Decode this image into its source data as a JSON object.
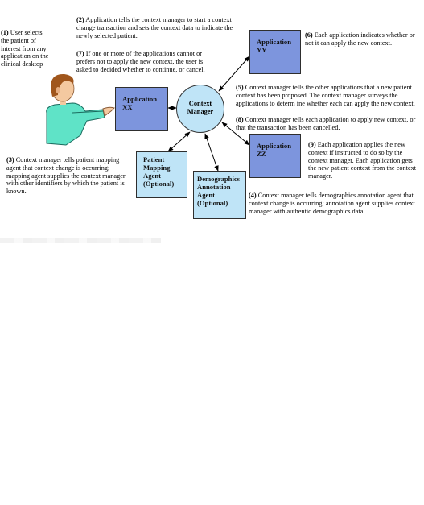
{
  "colors": {
    "application_box": "#7d95dd",
    "agent_box": "#bfe4f7",
    "context_manager_circle": "#bfe4f7",
    "person_shirt": "#5fe3c7",
    "person_hair": "#a0561c",
    "arrow": "#000000"
  },
  "icons": {
    "user": "clinician-user-figure"
  },
  "nodes": {
    "app_xx": {
      "line1": "Application",
      "line2": "XX"
    },
    "app_yy": {
      "line1": "Application",
      "line2": "YY"
    },
    "app_zz": {
      "line1": "Application",
      "line2": "ZZ"
    },
    "context_manager": {
      "line1": "Context",
      "line2": "Manager"
    },
    "patient_mapping": {
      "line1": "Patient",
      "line2": "Mapping",
      "line3": "Agent",
      "line4": "(Optional)"
    },
    "demographics": {
      "line1": "Demographics",
      "line2": "Annotation",
      "line3": "Agent",
      "line4": "(Optional)"
    }
  },
  "notes": {
    "n1": {
      "num": "(1)",
      "text": " User selects the patient of interest from any application on the clinical desktop"
    },
    "n2": {
      "num": "(2)",
      "text": " Application tells the context manager to start a context change transaction and sets the context data to indicate the newly selected patient."
    },
    "n7": {
      "num": "(7)",
      "text": " If one or more of the applications cannot or prefers not to apply the new context, the user is asked to decided whether to continue, or cancel."
    },
    "n6a": {
      "num": "(6)",
      "text": " Each application indicates whether or not it can apply the new context."
    },
    "n5": {
      "num": "(5)",
      "text": " Context manager tells the other applications that a new patient context has been proposed. The context manager surveys the applications to determ ine whether each can apply the new context."
    },
    "n8": {
      "num": "(8)",
      "text": " Context manager tells each application to apply new context, or that the transaction has been cancelled."
    },
    "n9": {
      "num": "(9)",
      "text": " Each application applies the new context if instructed to do so by the context manager. Each application gets the new patient context from the context manager."
    },
    "n3": {
      "num": "(3)",
      "text": " Context manager tells patient mapping agent that context change is occurring; mapping agent supplies the context manager with other identifiers by which the patient is known."
    },
    "n4": {
      "num": "(4)",
      "text": " Context manager tells demographics annotation agent that context change is occurring; annotation agent supplies context manager with authentic demographics data"
    }
  }
}
